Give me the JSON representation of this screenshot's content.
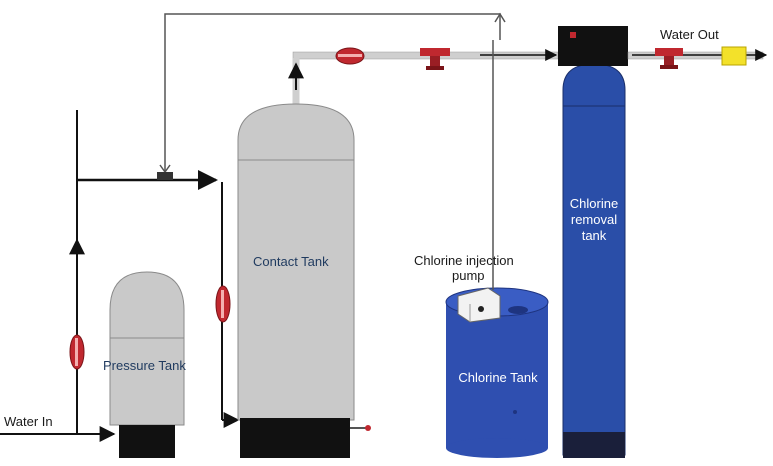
{
  "labels": {
    "water_in": "Water In",
    "water_out": "Water Out",
    "pressure_tank": "Pressure Tank",
    "contact_tank": "Contact Tank",
    "injection_pump_line1": "Chlorine injection",
    "injection_pump_line2": "pump",
    "chlorine_tank": "Chlorine Tank",
    "removal_line1": "Chlorine",
    "removal_line2": "removal",
    "removal_line3": "tank"
  },
  "colors": {
    "pipe": "#cfcfcf",
    "line": "#111111",
    "tank_gray": "#c9c9c9",
    "tank_base": "#111111",
    "chlorine_blue": "#2f4fb0",
    "removal_blue": "#2a4ea8",
    "valve_red": "#c0282f",
    "outlet_yellow": "#f3e12a"
  }
}
